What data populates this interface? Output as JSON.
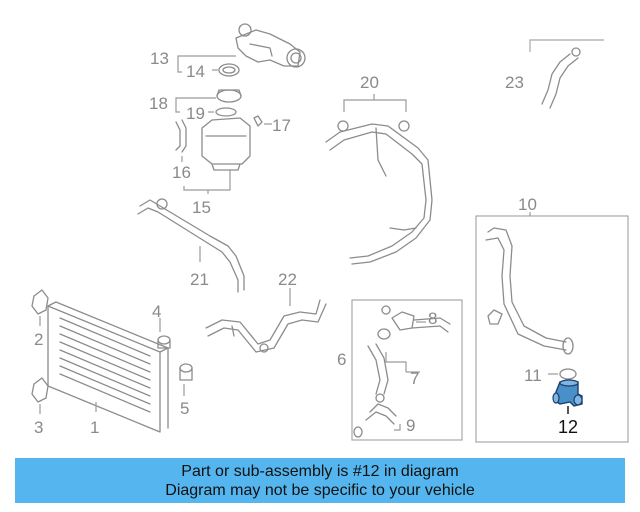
{
  "diagram": {
    "callouts": {
      "c1": "1",
      "c2": "2",
      "c3": "3",
      "c4": "4",
      "c5": "5",
      "c6": "6",
      "c7": "7",
      "c8": "8",
      "c9": "9",
      "c10": "10",
      "c11": "11",
      "c12": "12",
      "c13": "13",
      "c14": "14",
      "c15": "15",
      "c16": "16",
      "c17": "17",
      "c18": "18",
      "c19": "19",
      "c20": "20",
      "c21": "21",
      "c22": "22",
      "c23": "23"
    },
    "highlight_color": "#4a90c8",
    "highlighted_part": "12"
  },
  "banner": {
    "line1": "Part or sub-assembly is #12 in diagram",
    "line2": "Diagram may not be specific to your vehicle",
    "background": "#55b6ef"
  }
}
